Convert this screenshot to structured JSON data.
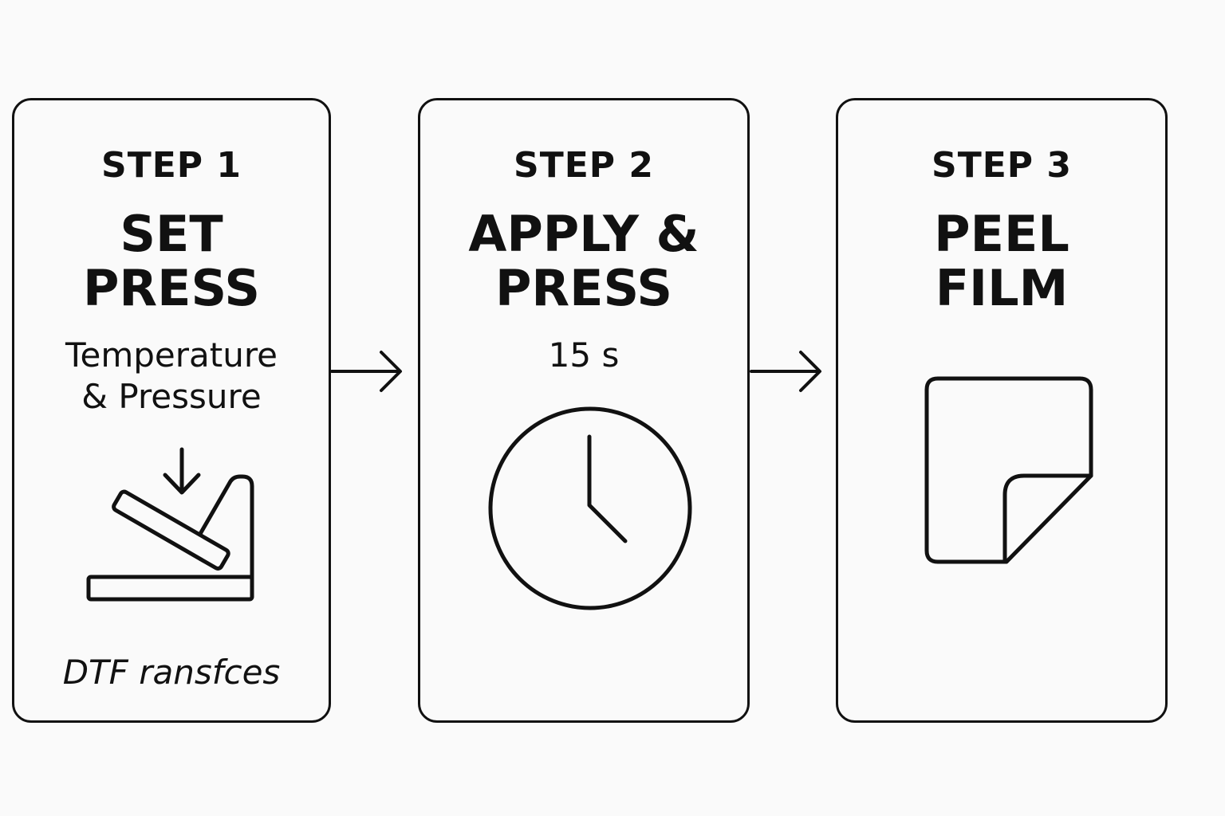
{
  "steps": [
    {
      "step_label": "STEP 1",
      "title_line1": "SET",
      "title_line2": "PRESS",
      "desc_line1": "Temperature",
      "desc_line2": "& Pressure",
      "caption": "DTF ransfces",
      "icon": "heat-press-icon"
    },
    {
      "step_label": "STEP 2",
      "title_line1": "APPLY &",
      "title_line2": "PRESS",
      "desc_line1": "15 s",
      "icon": "clock-icon"
    },
    {
      "step_label": "STEP 3",
      "title_line1": "PEEL",
      "title_line2": "FILM",
      "icon": "peeling-film-icon"
    }
  ],
  "connectors": [
    "arrow-right-icon",
    "arrow-right-icon"
  ],
  "colors": {
    "stroke": "#111111",
    "background": "#fafafa"
  }
}
